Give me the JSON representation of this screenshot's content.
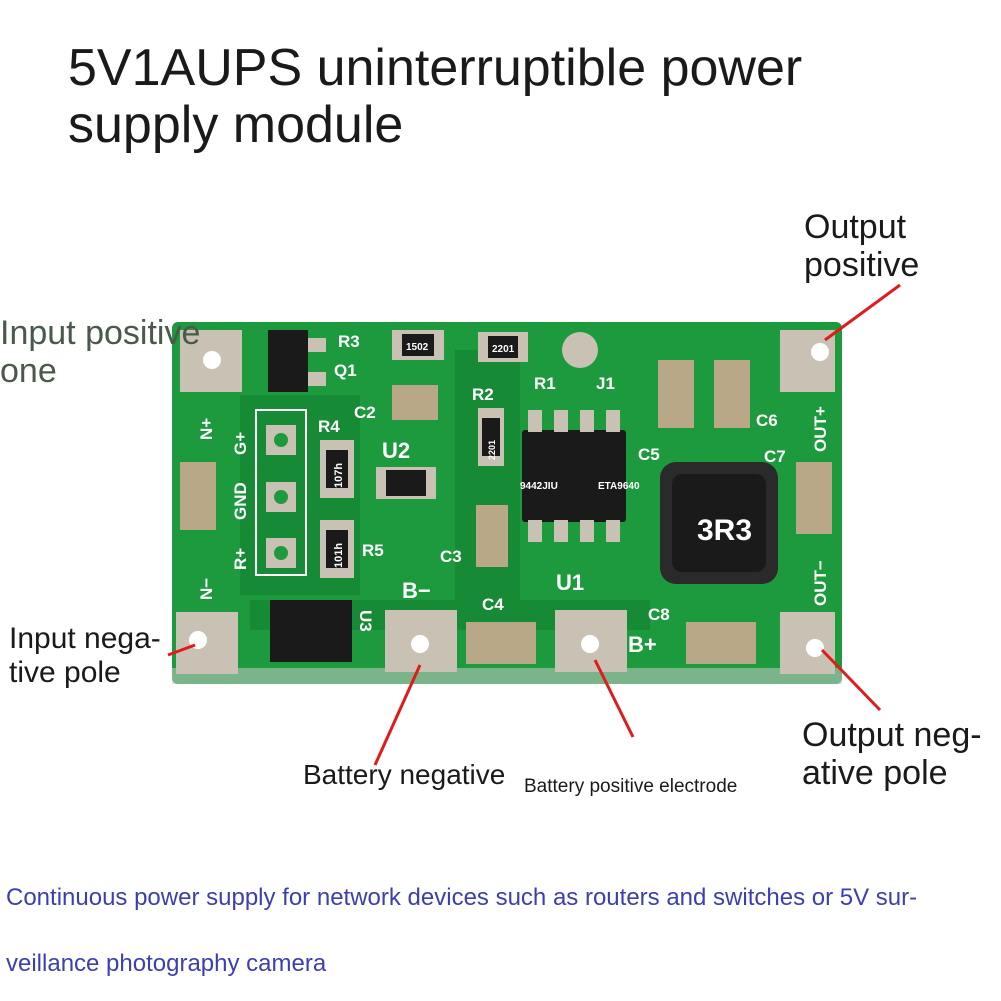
{
  "title": {
    "line1": "5V1AUPS uninterruptible power",
    "line2": "supply module"
  },
  "labels": {
    "output_positive": {
      "line1": "Output",
      "line2": "positive"
    },
    "input_positive": {
      "line1": "Input positive",
      "line2": "one"
    },
    "input_negative": {
      "line1": "Input nega-",
      "line2": "tive pole"
    },
    "battery_negative": "Battery negative",
    "battery_positive": "Battery positive electrode",
    "output_negative": {
      "line1": "Output neg-",
      "line2": "ative pole"
    }
  },
  "footer": {
    "line1": "Continuous power supply for network devices such as routers and switches or 5V sur-",
    "line2": "veillance photography camera"
  },
  "silkscreen": {
    "n_plus": "N+",
    "n_minus": "N−",
    "g_plus": "G+",
    "gnd": "GND",
    "r_plus": "R+",
    "r3": "R3",
    "q1": "Q1",
    "r1": "R1",
    "j1": "J1",
    "r2": "R2",
    "c2": "C2",
    "r4": "R4",
    "u2": "U2",
    "r5": "R5",
    "c3": "C3",
    "c5": "C5",
    "c6": "C6",
    "c7": "C7",
    "c8": "C8",
    "c4": "C4",
    "u1": "U1",
    "u3": "U3",
    "b_minus": "B−",
    "b_plus": "B+",
    "out_plus": "OUT+",
    "out_minus": "OUT−",
    "inductor": "3R3",
    "res_1502": "1502",
    "res_2201a": "2201",
    "res_2201b": "2201",
    "res_1073": "107h",
    "res_1013": "101h",
    "chip_line1": "ETA9640",
    "chip_line2": "9442JIU"
  },
  "colors": {
    "pcb": "#1d9a3e",
    "pcb_dark": "#127a2c",
    "pad": "#c9c2b4",
    "arrow": "#e01b1b",
    "footer_text": "#3b3fb0"
  }
}
